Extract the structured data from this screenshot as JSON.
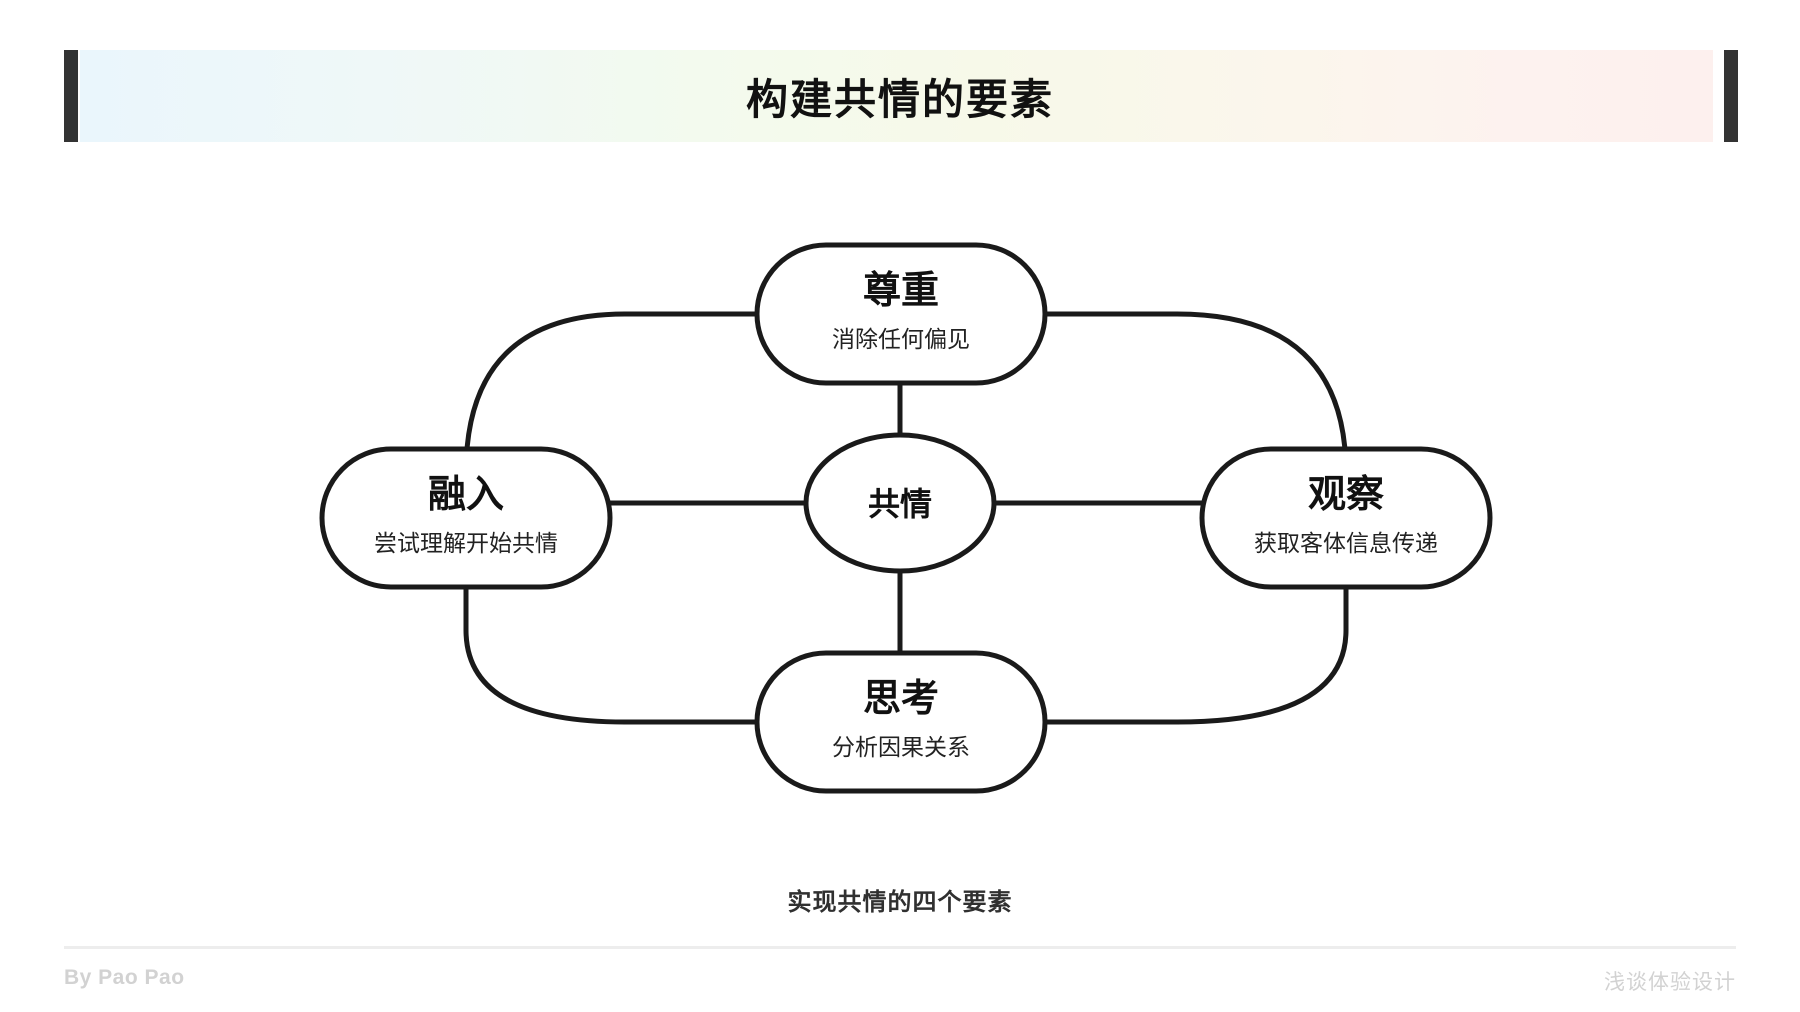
{
  "header": {
    "title": "构建共情的要素",
    "accent_bar_color": "#333333",
    "band_gradient": "light blue to light green to light pink"
  },
  "diagram": {
    "caption": "实现共情的四个要素",
    "stroke_color": "#1a1a1a",
    "center": {
      "label": "共情",
      "shape": "ellipse"
    },
    "nodes": [
      {
        "id": "top",
        "label": "尊重",
        "sub": "消除任何偏见",
        "position": "top"
      },
      {
        "id": "left",
        "label": "融入",
        "sub": "尝试理解开始共情",
        "position": "left"
      },
      {
        "id": "right",
        "label": "观察",
        "sub": "获取客体信息传递",
        "position": "right"
      },
      {
        "id": "bottom",
        "label": "思考",
        "sub": "分析因果关系",
        "position": "bottom"
      }
    ]
  },
  "footer": {
    "left": "By Pao Pao",
    "right": "浅谈体验设计",
    "text_color": "#d2d2d2"
  }
}
